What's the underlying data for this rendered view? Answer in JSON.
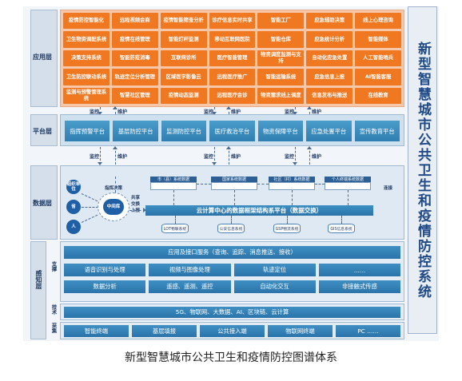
{
  "right_title": "新型智慧城市公共卫生和疫情防控系统",
  "caption": "新型智慧城市公共卫生和疫情防控图谱体系",
  "layers": {
    "application": "应用层",
    "platform": "平台层",
    "data": "数据层",
    "sensing": "感知层",
    "support": "支撑",
    "technology": "技术",
    "collection": "采集"
  },
  "application_rows": [
    [
      "疫情防控智能化",
      "远程视频会商",
      "疫情智能筛查分析",
      "诊疗信息实时共享",
      "智能工厂",
      "应急辅助决策",
      "线上心理咨询"
    ],
    [
      "卫生物资调配系统",
      "疫情在线管理",
      "智能灯杆监测",
      "移动互联网医院",
      "智能仓库",
      "应急统计分析",
      "智能媒体"
    ],
    [
      "决策支持系统",
      "智能防疫消毒",
      "互联网诊所",
      "医疗智能管理",
      "物资调度监测与支持",
      "自动化应急处置",
      "人工智能哨兵"
    ],
    [
      "卫生防控联动系统",
      "轨迹定位分析管理",
      "区域医学影像云",
      "远程医疗推广",
      "智能运输系统",
      "应急信息上报",
      "AI智能客服"
    ],
    [
      "监测与预警管理系统",
      "智慧社区管理",
      "疫情动态监测",
      "远程医疗会诊",
      "物资需求线上调度",
      "信息发布与推送",
      "在线教育"
    ]
  ],
  "platform_items": [
    "指挥预警平台",
    "基层防控平台",
    "监测防控平台",
    "医疗救治平台",
    "物资保障平台",
    "应急处置平台",
    "宣传教育平台"
  ],
  "connector_labels": {
    "left": "监控",
    "right": "维护"
  },
  "data_layer": {
    "left_nodes": [
      "组织单位",
      "省",
      "人"
    ],
    "center_node": "中间库",
    "labels": {
      "command": "指挥决策",
      "share": "共享",
      "exchange": "交换",
      "report": "上报",
      "link": "连接"
    },
    "top_chips": [
      "市（县）系统数据",
      "国家系统数据",
      "社区（村）系统数据",
      "个人终端系统数据"
    ],
    "cloud_bar": "云计算中心的数据框架结构系平台（数据交换）",
    "databases": [
      "LOT物联系统",
      "公安信息系统",
      "GSP物流系统",
      "GIS信息系统"
    ]
  },
  "sensing": {
    "service_bar": "应用及接口服务（查询、追踪、消息推送、接收）",
    "support_row1": [
      "语音识别与处理",
      "视频与图像处理",
      "轨迹定位",
      "……"
    ],
    "support_row2": [
      "数据分析",
      "遥感、遥测、遥控",
      "自动化交互",
      "非接触式传感"
    ],
    "tech_bar": "5G、物联网、大数据、AI、区块链、云计算",
    "collection": [
      "智能终端",
      "基层填报",
      "公共接入端",
      "物联网终端",
      "PC ……"
    ]
  }
}
